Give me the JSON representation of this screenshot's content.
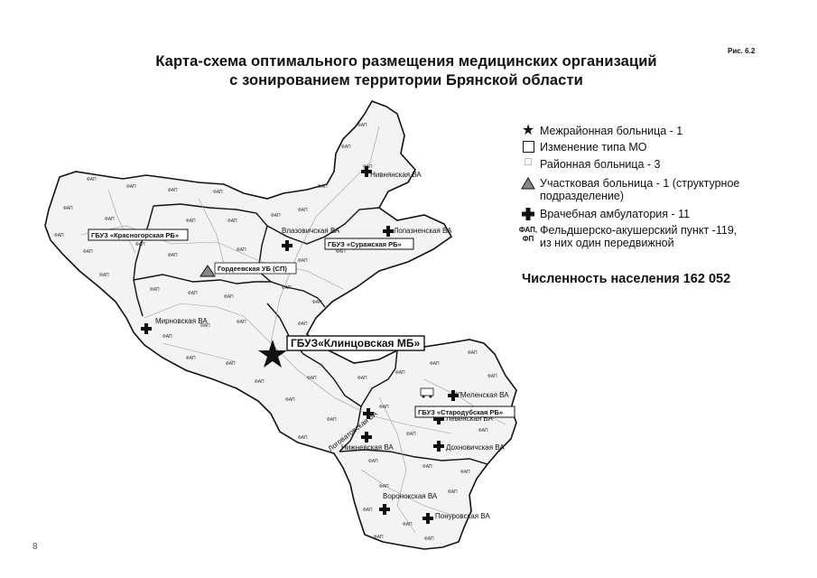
{
  "figure_label": "Рис. 6.2",
  "title_line1": "Карта-схема оптимального размещения медицинских организаций",
  "title_line2": "с зонированием территории Брянской области",
  "legend": {
    "interdistrict": "Межрайонная больница - 1",
    "change_type": "Изменение типа МО",
    "district": "Районная больница - 3",
    "local": "Участковая больница - 1 (структурное подразделение)",
    "local_line1": "Участковая больница - 1 (структурное",
    "local_line2": "подразделение)",
    "ambulatory": "Врачебная амбулатория - 11",
    "fap_abbr1": "ФАП,",
    "fap_abbr2": "ФП",
    "fap_line1": "Фельдшерско-акушерский пункт -119,",
    "fap_line2": "из них один передвижной"
  },
  "population": "Численность населения 162 052",
  "page_number": "8",
  "map": {
    "interdistrict_hospital": "ГБУЗ«Клинцовская МБ»",
    "district_hospitals": [
      "ГБУЗ «Красногорская РБ»",
      "ГБУЗ «Суражская РБ»",
      "ГБУЗ «Стародубская РБ»"
    ],
    "local_hospital": "Гордеевская УБ (СП)",
    "ambulatories": [
      "Нивнянская ВА",
      "Лопазненская ВА",
      "Влазовичская ВА",
      "Мирновская ВА",
      "Меленская ВА",
      "Левенская ВА",
      "Логоватовская ВА",
      "Нижневская ВА",
      "Дохновичская ВА",
      "Воронокская ВА",
      "Понуровская ВА"
    ],
    "fap_label": "ФАП"
  },
  "colors": {
    "ink": "#111111",
    "region_fill": "#f3f3f3",
    "roads": "#9a9a9a"
  }
}
